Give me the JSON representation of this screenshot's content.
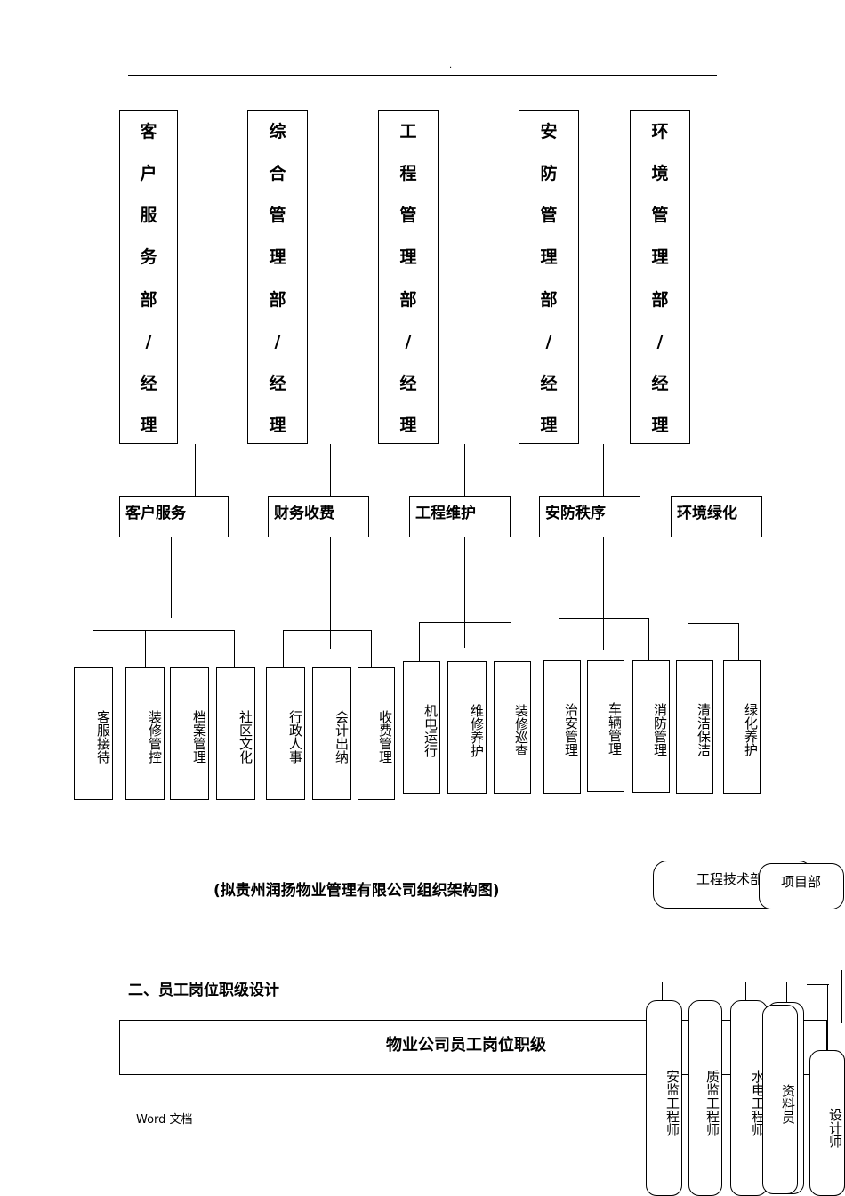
{
  "header": {
    "dot": "."
  },
  "departments": [
    {
      "chars": [
        "客",
        "户",
        "服",
        "务",
        "部",
        "/",
        "经",
        "理"
      ]
    },
    {
      "chars": [
        "综",
        "合",
        "管",
        "理",
        "部",
        "/",
        "经",
        "理"
      ]
    },
    {
      "chars": [
        "工",
        "程",
        "管",
        "理",
        "部",
        "/",
        "经",
        "理"
      ]
    },
    {
      "chars": [
        "安",
        "防",
        "管",
        "理",
        "部",
        "/",
        "经",
        "理"
      ]
    },
    {
      "chars": [
        "环",
        "境",
        "管",
        "理",
        "部",
        "/",
        "经",
        "理"
      ]
    }
  ],
  "functions": [
    "客户服务",
    "财务收费",
    "工程维护",
    "安防秩序",
    "环境绿化"
  ],
  "leaves": [
    "客服接待",
    "装修管控",
    "档案管理",
    "社区文化",
    "行政人事",
    "会计出纳",
    "收费管理",
    "机电运行",
    "维修养护",
    "装修巡查",
    "治安管理",
    "车辆管理",
    "消防管理",
    "清洁保洁",
    "绿化养护"
  ],
  "caption": "(拟贵州润扬物业管理有限公司组织架构图)",
  "section_title": "二、员工岗位职级设计",
  "table_title": "物业公司员工岗位职级",
  "footer": "Word 文档",
  "right_chart": {
    "top_box_1": "工程技术部",
    "top_box_2": "项目部",
    "roles": [
      "安监工程师",
      "质监工程师",
      "水电工程师",
      "资料员",
      "设计师"
    ]
  }
}
